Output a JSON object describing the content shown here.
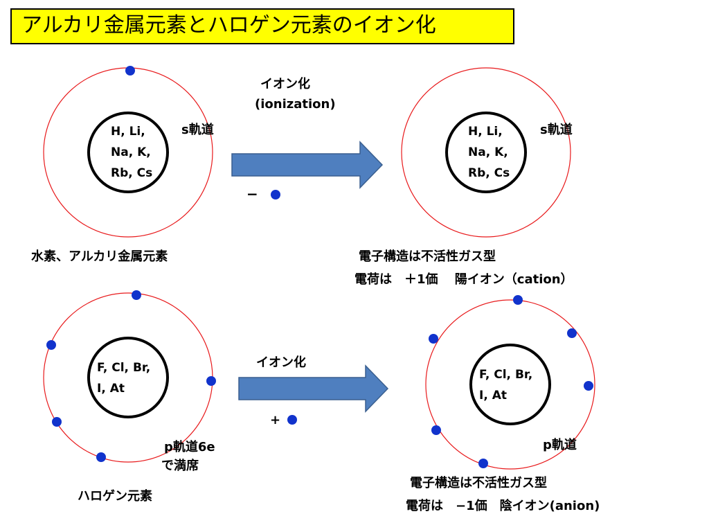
{
  "title": "アルカリ金属元素とハロゲン元素のイオン化",
  "colors": {
    "orbit": "#e8191b",
    "electron": "#1133cc",
    "arrow": "#4f7fbf",
    "arrow_border": "#3a5f8f",
    "title_bg": "#ffff00"
  },
  "top": {
    "arrow_label": "イオン化",
    "arrow_sublabel": "(ionization)",
    "electron_sign": "−",
    "left": {
      "core": [
        "H, Li,",
        "Na, K,",
        "Rb, Cs"
      ],
      "orbital": "s軌道",
      "caption": "水素、アルカリ金属元素"
    },
    "right": {
      "core": [
        "H, Li,",
        "Na, K,",
        "Rb, Cs"
      ],
      "orbital": "s軌道",
      "caption1": "電子構造は不活性ガス型",
      "caption2": "電荷は　＋1価　 陽イオン（cation）"
    }
  },
  "bottom": {
    "arrow_label": "イオン化",
    "electron_sign": "+",
    "left": {
      "core": [
        "F, Cl, Br,",
        "I, At"
      ],
      "orbital1": "p軌道6e",
      "orbital2": "で満席",
      "caption": "ハロゲン元素"
    },
    "right": {
      "core": [
        "F, Cl, Br,",
        "I, At"
      ],
      "orbital": "p軌道",
      "caption1": "電子構造は不活性ガス型",
      "caption2": "電荷は　−1価　陰イオン(anion)"
    }
  }
}
